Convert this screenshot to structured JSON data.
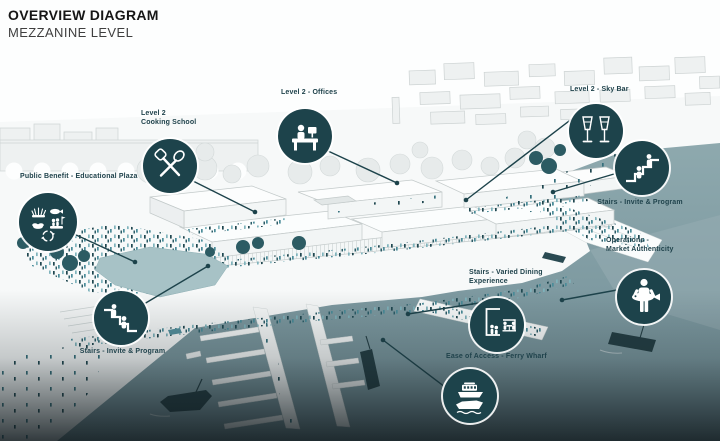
{
  "header": {
    "title": "OVERVIEW DIAGRAM",
    "subtitle": "MEZZANINE LEVEL"
  },
  "colors": {
    "accent_teal": "#1d434b",
    "water": "#7e9aa1",
    "water_deep": "#22333a",
    "label_text": "#20434c",
    "illustration_gray": "#eef1f1"
  },
  "callouts": [
    {
      "id": "cooking-school",
      "label": "Level 2\nCooking School",
      "icon": "utensils-icon"
    },
    {
      "id": "offices",
      "label": "Level 2 - Offices",
      "icon": "office-desk-icon"
    },
    {
      "id": "sky-bar",
      "label": "Level 2 - Sky Bar",
      "icon": "champagne-glasses-icon"
    },
    {
      "id": "stairs-right",
      "label": "Stairs - Invite & Program",
      "icon": "stairs-people-icon"
    },
    {
      "id": "operations",
      "label": "Operations -\nMarket Authenticity",
      "icon": "fishmonger-icon"
    },
    {
      "id": "varied-dining",
      "label": "Stairs - Varied Dining\nExperience",
      "icon": "dining-room-icon"
    },
    {
      "id": "ferry-wharf",
      "label": "Ease of Access - Ferry Wharf",
      "icon": "ferry-boats-icon"
    },
    {
      "id": "educational-plaza",
      "label": "Public Benefit - Educational Plaza",
      "icon": "education-cluster-icon"
    },
    {
      "id": "stairs-left",
      "label": "Stairs - Invite & Program",
      "icon": "stairs-people-icon"
    }
  ]
}
